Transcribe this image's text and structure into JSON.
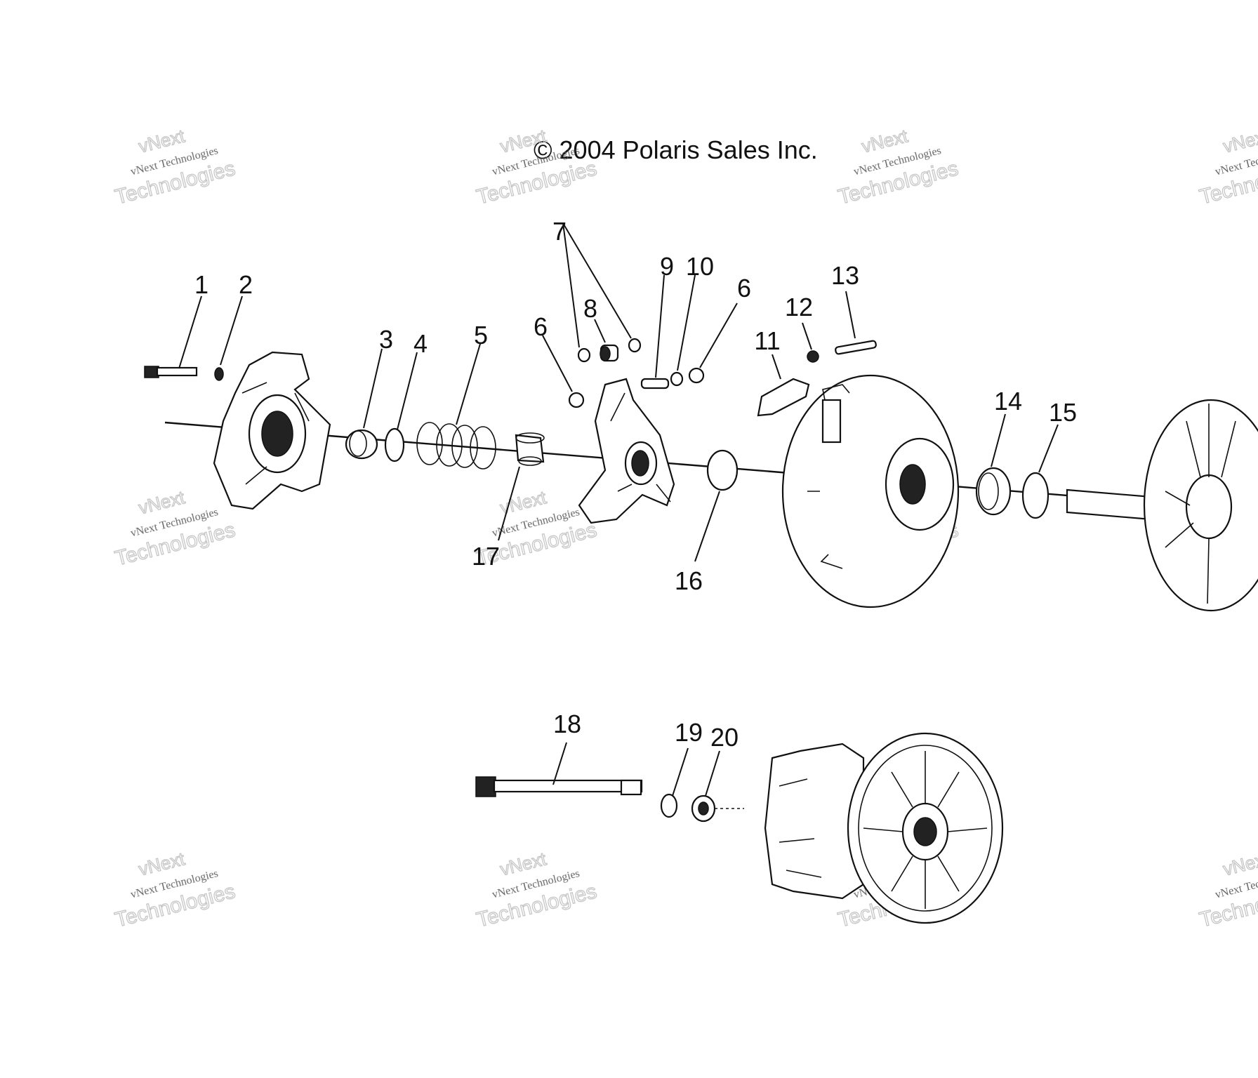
{
  "copyright": "© 2004 Polaris Sales Inc.",
  "watermark": {
    "line0": "vNext",
    "line1": "vNext Technologies",
    "line2": "Technologies"
  },
  "callouts": {
    "c1": "1",
    "c2": "2",
    "c3": "3",
    "c4": "4",
    "c5": "5",
    "c6a": "6",
    "c6b": "6",
    "c7": "7",
    "c8": "8",
    "c9": "9",
    "c10": "10",
    "c11": "11",
    "c12": "12",
    "c13": "13",
    "c14": "14",
    "c15": "15",
    "c16": "16",
    "c17": "17",
    "c18": "18",
    "c19": "19",
    "c20": "20"
  }
}
